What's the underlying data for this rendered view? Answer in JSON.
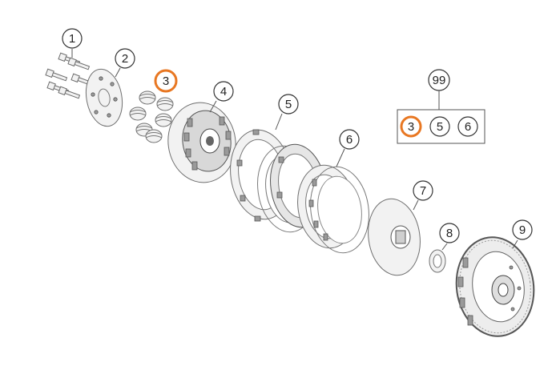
{
  "callouts": [
    {
      "id": "1",
      "label": "1",
      "highlight": false
    },
    {
      "id": "2",
      "label": "2",
      "highlight": false
    },
    {
      "id": "3",
      "label": "3",
      "highlight": true
    },
    {
      "id": "4",
      "label": "4",
      "highlight": false
    },
    {
      "id": "5",
      "label": "5",
      "highlight": false
    },
    {
      "id": "6",
      "label": "6",
      "highlight": false
    },
    {
      "id": "7",
      "label": "7",
      "highlight": false
    },
    {
      "id": "8",
      "label": "8",
      "highlight": false
    },
    {
      "id": "9",
      "label": "9",
      "highlight": false
    }
  ],
  "kit": {
    "label": "99",
    "items": [
      {
        "label": "3",
        "highlight": true
      },
      {
        "label": "5",
        "highlight": false
      },
      {
        "label": "6",
        "highlight": false
      }
    ]
  },
  "colors": {
    "highlight": "#e87722",
    "line": "#555555",
    "part": "#7a7a7a"
  }
}
